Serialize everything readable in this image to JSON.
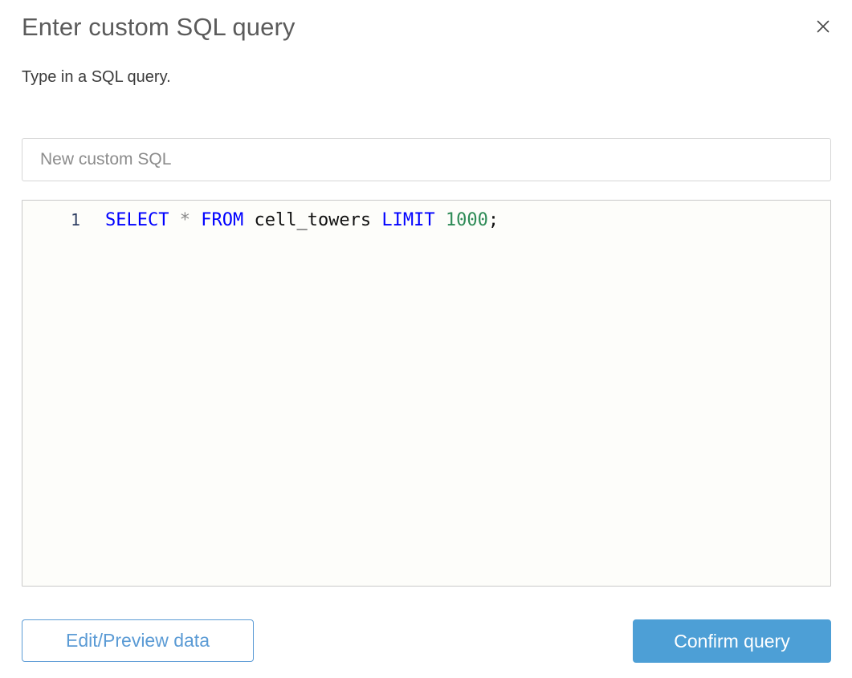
{
  "dialog": {
    "title": "Enter custom SQL query",
    "subtitle": "Type in a SQL query.",
    "close_icon": "close-icon"
  },
  "name_field": {
    "value": "",
    "placeholder": "New custom SQL"
  },
  "editor": {
    "line_number": "1",
    "query_text": "SELECT * FROM cell_towers LIMIT 1000;",
    "tokens": {
      "select": "SELECT",
      "space1": " ",
      "star": "*",
      "space2": " ",
      "from": "FROM",
      "space3": " ",
      "table": "cell_towers",
      "space4": " ",
      "limit": "LIMIT",
      "space5": " ",
      "number": "1000",
      "semicolon": ";"
    }
  },
  "footer": {
    "secondary_label": "Edit/Preview data",
    "primary_label": "Confirm query"
  },
  "colors": {
    "primary_blue": "#4d9fd6",
    "link_blue": "#5b9bd5",
    "keyword_blue": "#0000ff",
    "number_green": "#2e8b57",
    "title_gray": "#5b5b5b",
    "text_gray": "#3b3b3b",
    "placeholder_gray": "#8c8c8c",
    "border_gray": "#d6d6d6",
    "editor_bg": "#fdfdfa"
  }
}
